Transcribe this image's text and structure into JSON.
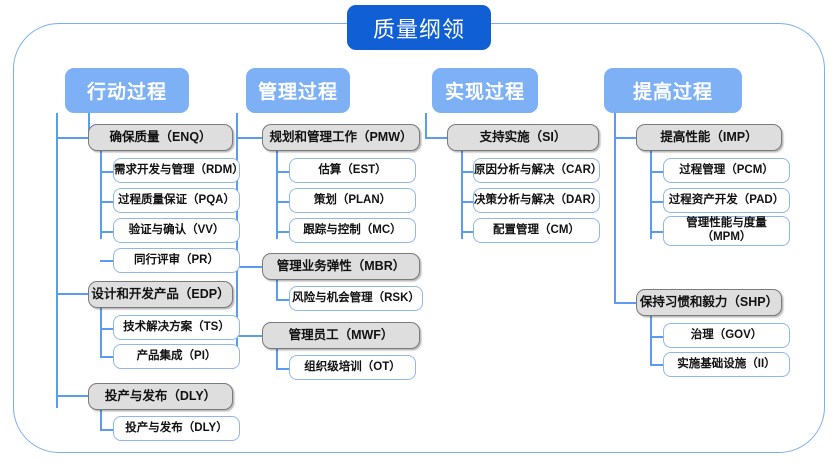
{
  "title": "质量纲领",
  "colors": {
    "title_bg": "#115fd4",
    "header_bg": "#7db0f4",
    "group_bg": "#dedede",
    "group_border": "#7b7b7b",
    "leaf_border": "#8fb7ef",
    "connector": "#5b9bf0",
    "frame_border": "#7aaef0"
  },
  "columns": [
    {
      "header": "行动过程",
      "groups": [
        {
          "label": "确保质量（ENQ）",
          "items": [
            "需求开发与管理（RDM）",
            "过程质量保证（PQA）",
            "验证与确认（VV）",
            "同行评审（PR）"
          ]
        },
        {
          "label": "设计和开发产品（EDP）",
          "items": [
            "技术解决方案（TS）",
            "产品集成（PI）"
          ]
        },
        {
          "label": "投产与发布（DLY）",
          "items": [
            "投产与发布（DLY）"
          ]
        }
      ]
    },
    {
      "header": "管理过程",
      "groups": [
        {
          "label": "规划和管理工作（PMW）",
          "items": [
            "估算（EST）",
            "策划（PLAN）",
            "跟踪与控制（MC）"
          ]
        },
        {
          "label": "管理业务弹性（MBR）",
          "items": [
            "风险与机会管理（RSK）"
          ]
        },
        {
          "label": "管理员工（MWF）",
          "items": [
            "组织级培训（OT）"
          ]
        }
      ]
    },
    {
      "header": "实现过程",
      "groups": [
        {
          "label": "支持实施（SI）",
          "items": [
            "原因分析与解决（CAR）",
            "决策分析与解决（DAR）",
            "配置管理（CM）"
          ]
        }
      ]
    },
    {
      "header": "提高过程",
      "groups": [
        {
          "label": "提高性能（IMP）",
          "items": [
            "过程管理（PCM）",
            "过程资产开发（PAD）",
            "管理性能与度量\n（MPM）"
          ]
        },
        {
          "label": "保持习惯和毅力（SHP）",
          "items": [
            "治理（GOV）",
            "实施基础设施（II）"
          ]
        }
      ]
    }
  ]
}
